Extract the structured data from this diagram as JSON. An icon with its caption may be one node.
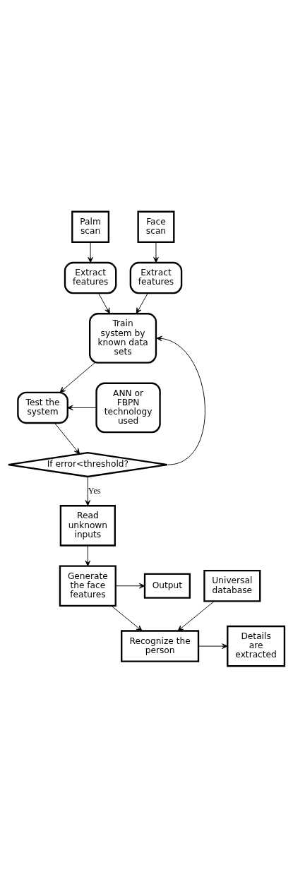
{
  "diagram": {
    "nodes": [
      {
        "text": [
          "Palm scan"
        ]
      },
      {
        "text": [
          "Face scan"
        ]
      },
      {
        "text": [
          "Extract features"
        ]
      },
      {
        "text": [
          "Extract features"
        ]
      },
      {
        "text": [
          "Train system by known data sets"
        ]
      },
      {
        "text": [
          "ANN or FBPN technology used"
        ]
      },
      {
        "text": [
          "Test the system"
        ]
      },
      {
        "text": [
          "If error<threshold?"
        ]
      },
      {
        "text": [
          "Read unknown inputs"
        ]
      },
      {
        "text": [
          "Universal database"
        ]
      },
      {
        "text": [
          "Generate the face features"
        ]
      },
      {
        "text": [
          "Output"
        ]
      },
      {
        "text": [
          "Recognize the person"
        ]
      },
      {
        "text": [
          "Details are extracted"
        ]
      }
    ],
    "edges": [
      {
        "from": 0,
        "to": 2,
        "arrow": "to"
      },
      {
        "from": 1,
        "to": 3,
        "arrow": "to"
      },
      {
        "from": 2,
        "to": 4,
        "arrow": "to"
      },
      {
        "from": 3,
        "to": 4,
        "arrow": "to"
      },
      {
        "from": 4,
        "to": 6,
        "arrow": "to"
      },
      {
        "from": 5,
        "to": 6,
        "arrow": "to"
      },
      {
        "from": 6,
        "to": 7,
        "arrow": "to"
      },
      {
        "from": 7,
        "to": 4,
        "arrow": "to"
      },
      {
        "from": 7,
        "to": 8,
        "arrow": "to",
        "label": "Yes"
      },
      {
        "from": 8,
        "to": 10,
        "arrow": "to"
      },
      {
        "from": 9,
        "to": 12,
        "arrow": "to"
      },
      {
        "from": 10,
        "to": 11,
        "arrow": "to"
      },
      {
        "from": 10,
        "to": 12,
        "arrow": "to"
      },
      {
        "from": 12,
        "to": 13,
        "arrow": "to"
      }
    ]
  }
}
